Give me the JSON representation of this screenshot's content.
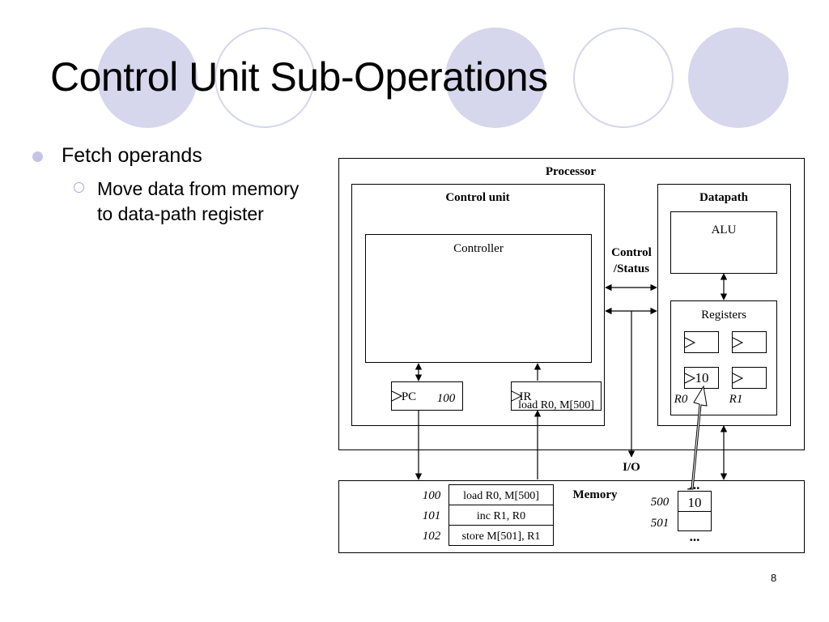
{
  "slide": {
    "title": "Control Unit Sub-Operations",
    "bullet": "Fetch operands",
    "sub_bullet": "Move data from memory to data-path register",
    "page_number": "8"
  },
  "diagram": {
    "processor": "Processor",
    "control_unit": "Control unit",
    "datapath": "Datapath",
    "controller": "Controller",
    "alu": "ALU",
    "registers": "Registers",
    "control_status_1": "Control",
    "control_status_2": "/Status",
    "pc_label": "PC",
    "pc_value": "100",
    "ir_label": "IR",
    "ir_value": "load R0, M[500]",
    "r0_value": "10",
    "r0_label": "R0",
    "r1_label": "R1",
    "io_label": "I/O",
    "memory_label": "Memory",
    "memory_rows": [
      {
        "addr": "100",
        "content": "load R0, M[500]"
      },
      {
        "addr": "101",
        "content": "inc R1, R0"
      },
      {
        "addr": "102",
        "content": "store M[501], R1"
      }
    ],
    "data_rows": [
      {
        "addr": "500",
        "value": "10"
      },
      {
        "addr": "501",
        "value": ""
      }
    ],
    "ellipsis_top": "...",
    "ellipsis_bottom": "..."
  }
}
